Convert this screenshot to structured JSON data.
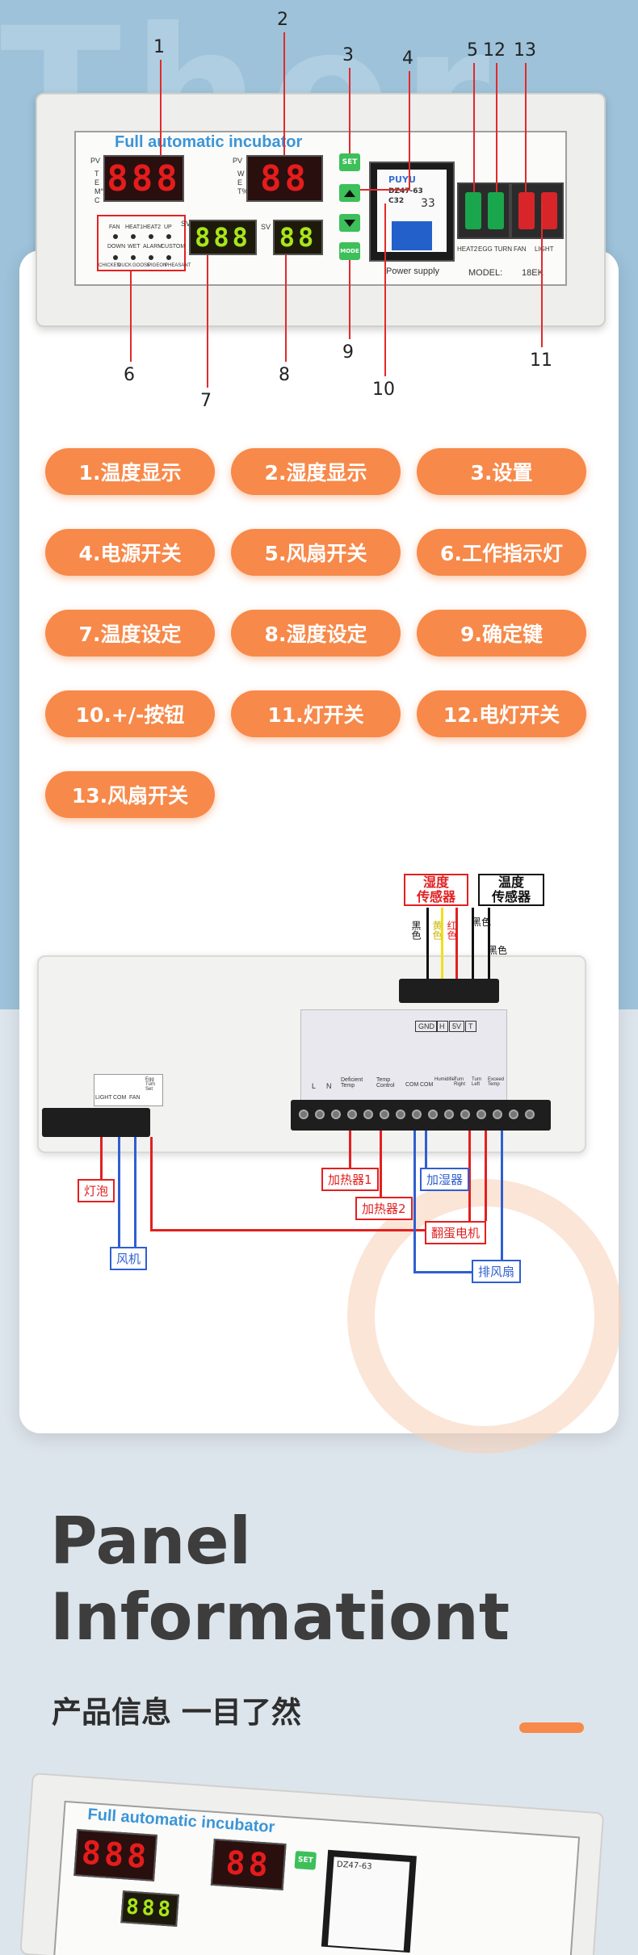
{
  "hero_ghost_text": "Ther\n  wa",
  "front_panel": {
    "title": "Full automatic incubator",
    "pv_label": "PV",
    "sv_label": "SV",
    "temp_axis": "TEM°C",
    "wet_axis": "WET%",
    "temp_led": "888",
    "hum_led": "88",
    "temp_set_led": "888",
    "hum_set_led": "88",
    "indicator_labels_top": [
      "FAN",
      "HEAT1",
      "HEAT2",
      "UP"
    ],
    "indicator_labels_bottom": [
      "DOWN",
      "WET",
      "ALARM",
      "CUSTOM"
    ],
    "indicator_labels_row3": [
      "CHICKEN",
      "DUCK",
      "GOOSE",
      "PIGEON",
      "PHEASANT"
    ],
    "set_button": "SET",
    "mode_button": "MODE",
    "breaker_brand": "PUYU",
    "breaker_model": "DZ47-63",
    "breaker_rating": "C32",
    "breaker_number": "33",
    "power_supply_label": "Power supply",
    "switch_labels": [
      "HEAT2",
      "EGG TURN",
      "FAN",
      "LIGHT"
    ],
    "model_label": "MODEL:",
    "model_value": "18EK",
    "callouts": [
      "1",
      "2",
      "3",
      "4",
      "5",
      "12",
      "13",
      "6",
      "7",
      "8",
      "9",
      "10",
      "11"
    ]
  },
  "legend_pills": [
    "1.温度显示",
    "2.湿度显示",
    "3.设置",
    "4.电源开关",
    "5.风扇开关",
    "6.工作指示灯",
    "7.温度设定",
    "8.湿度设定",
    "9.确定键",
    "10.+/-按钮",
    "11.灯开关",
    "12.电灯开关",
    "13.风扇开关"
  ],
  "wiring": {
    "humidity_sensor": "湿度\n传感器",
    "temperature_sensor": "温度\n传感器",
    "wire_black_1": "黑色",
    "wire_yellow": "黄色",
    "wire_red": "红色",
    "wire_black_2": "黑色",
    "wire_black_3": "黑色",
    "plate_sensor_pins": [
      "GND",
      "H",
      "5V",
      "T"
    ],
    "plate_terminals": [
      "L",
      "N",
      "Deficient Temp",
      "Temp Control",
      "COM",
      "COM",
      "Humidifier",
      "Turn Right",
      "Turn Left",
      "Exceed Temp"
    ],
    "left_terminals": [
      "LIGHT",
      "COM",
      "FAN",
      "Egg Turn Set"
    ],
    "lamp": "灯泡",
    "fan": "风机",
    "heater1": "加热器1",
    "heater2": "加热器2",
    "humidifier": "加湿器",
    "egg_motor": "翻蛋电机",
    "exhaust_fan": "排风扇",
    "colors": {
      "red": "#e22020",
      "blue": "#2f5fd0",
      "yellow": "#f2df1c",
      "black": "#111111"
    }
  },
  "section": {
    "title_line1": "Panel",
    "title_line2": "Informationt",
    "subtitle": "产品信息  一目了然"
  },
  "bottom_preview": {
    "title": "Full automatic incubator",
    "set_button": "SET",
    "breaker_model": "DZ47-63"
  },
  "colors": {
    "accent_orange": "#f7894a",
    "sky_blue": "#9dc2d9",
    "card_white": "#ffffff",
    "heading_dark": "#3d3d3d"
  }
}
